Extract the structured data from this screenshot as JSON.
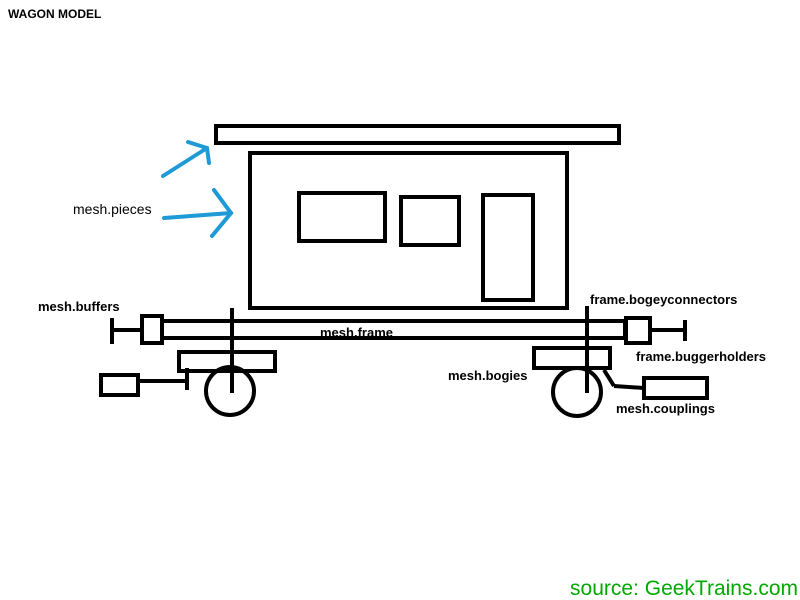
{
  "title": "WAGON MODEL",
  "labels": {
    "pieces": "mesh.pieces",
    "buffers": "mesh.buffers",
    "frame": "mesh.frame",
    "bogeyconnectors": "frame.bogeyconnectors",
    "buggerholders": "frame.buggerholders",
    "bogies": "mesh.bogies",
    "couplings": "mesh.couplings"
  },
  "source": "source: GeekTrains.com",
  "colors": {
    "line": "#000000",
    "arrow": "#1e9ad6",
    "source": "#00a800"
  }
}
